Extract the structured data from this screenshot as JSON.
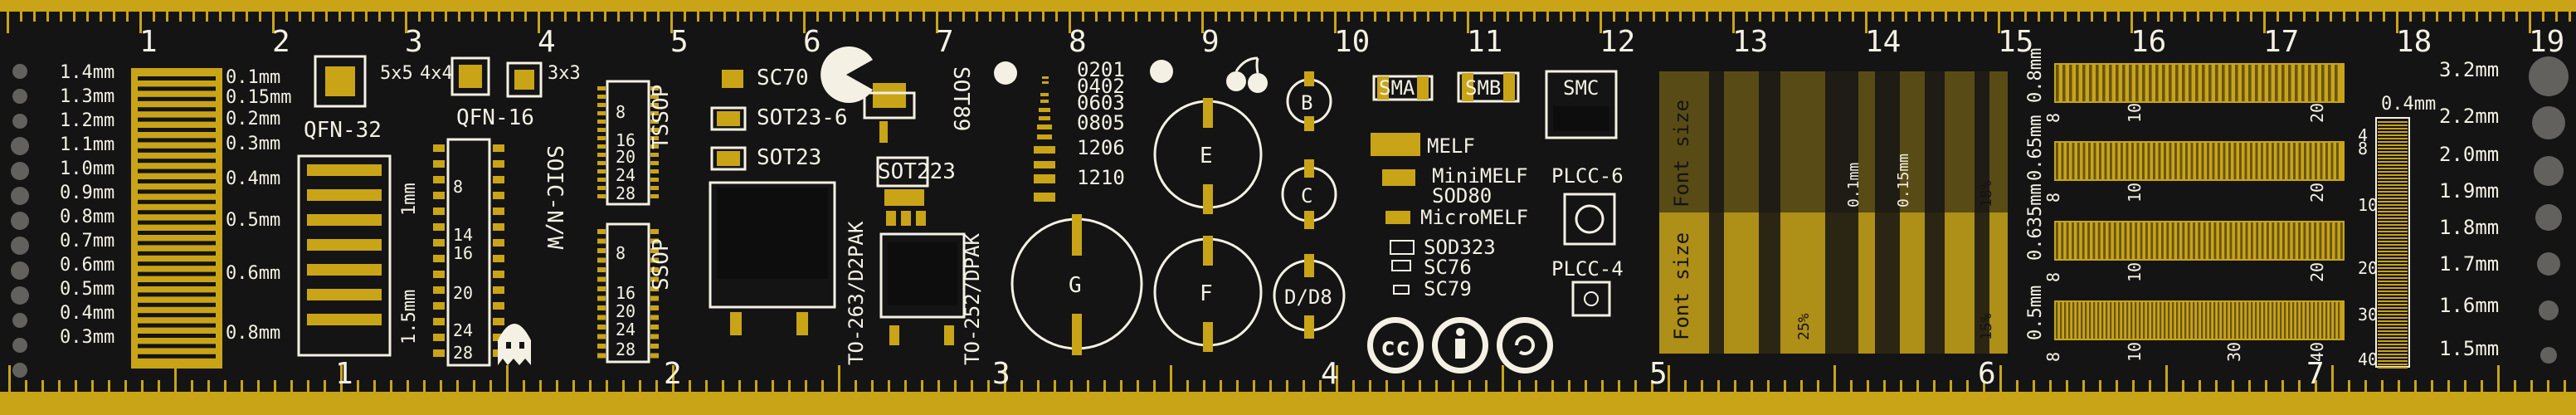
{
  "top_ruler": {
    "labels": [
      "1",
      "2",
      "3",
      "4",
      "5",
      "6",
      "7",
      "8",
      "9",
      "10",
      "11",
      "12",
      "13",
      "14",
      "15",
      "16",
      "17",
      "18",
      "19"
    ]
  },
  "bottom_ruler": {
    "labels": [
      "1",
      "2",
      "3",
      "4",
      "5",
      "6",
      "7"
    ]
  },
  "track_widths": {
    "values": [
      "1.4mm",
      "1.3mm",
      "1.2mm",
      "1.1mm",
      "1.0mm",
      "0.9mm",
      "0.8mm",
      "0.7mm",
      "0.6mm",
      "0.5mm",
      "0.4mm",
      "0.3mm"
    ]
  },
  "small_tracks": {
    "values": [
      "0.1mm",
      "0.15mm",
      "0.2mm",
      "0.3mm",
      "0.4mm",
      "0.5mm",
      "0.6mm",
      "0.8mm"
    ]
  },
  "qfn": {
    "labels": [
      "QFN-32",
      "5x5",
      "4x4",
      "QFN-16",
      "3x3"
    ]
  },
  "pitch_labels": {
    "a": "1mm",
    "b": "1.5mm"
  },
  "soic": {
    "label": "SOIC-N/W",
    "nums": [
      "8",
      "14",
      "16",
      "20",
      "24",
      "28"
    ]
  },
  "tssop": {
    "label": "TSSOP",
    "nums": [
      "8",
      "16",
      "20",
      "24",
      "28"
    ]
  },
  "ssop": {
    "label": "SSOP",
    "nums": [
      "8",
      "16",
      "20",
      "24",
      "28"
    ]
  },
  "sot": {
    "labels": [
      "SC70",
      "SOT23-6",
      "SOT23",
      "SOT89",
      "SOT223",
      "TO-263/D2PAK",
      "TO-252/DPAK"
    ]
  },
  "chips": {
    "labels": [
      "0201",
      "0402",
      "0603",
      "0805",
      "1206",
      "1210"
    ]
  },
  "caps": {
    "labels": [
      "E",
      "B",
      "C",
      "G",
      "F",
      "D/D8"
    ]
  },
  "diodes": {
    "labels": [
      "SMA",
      "SMB",
      "SMC",
      "MELF",
      "MiniMELF",
      "SOD80",
      "MicroMELF",
      "SOD323",
      "SC76",
      "SC79",
      "PLCC-6",
      "PLCC-4"
    ]
  },
  "font_panel": {
    "title": "Font size",
    "sizes": [
      "0.1mm",
      "0.15mm"
    ],
    "percents": [
      "25%",
      "18%",
      "15%"
    ]
  },
  "pitch_scales": {
    "labels": [
      "0.8mm",
      "0.65mm",
      "0.635mm",
      "0.5mm"
    ],
    "nums": [
      "8",
      "10",
      "20",
      "30",
      "40"
    ]
  },
  "right_scale": {
    "labels": [
      "3.2mm",
      "2.2mm",
      "2.0mm",
      "1.9mm",
      "1.8mm",
      "1.7mm",
      "1.6mm",
      "1.5mm"
    ],
    "pitch": "0.4mm",
    "nums": [
      "4",
      "8",
      "10",
      "20",
      "30",
      "40"
    ]
  },
  "license": {
    "cc": "cc"
  },
  "colors": {
    "board": "#141414",
    "silk": "#f4f1e4",
    "copper": "#c9a417"
  }
}
